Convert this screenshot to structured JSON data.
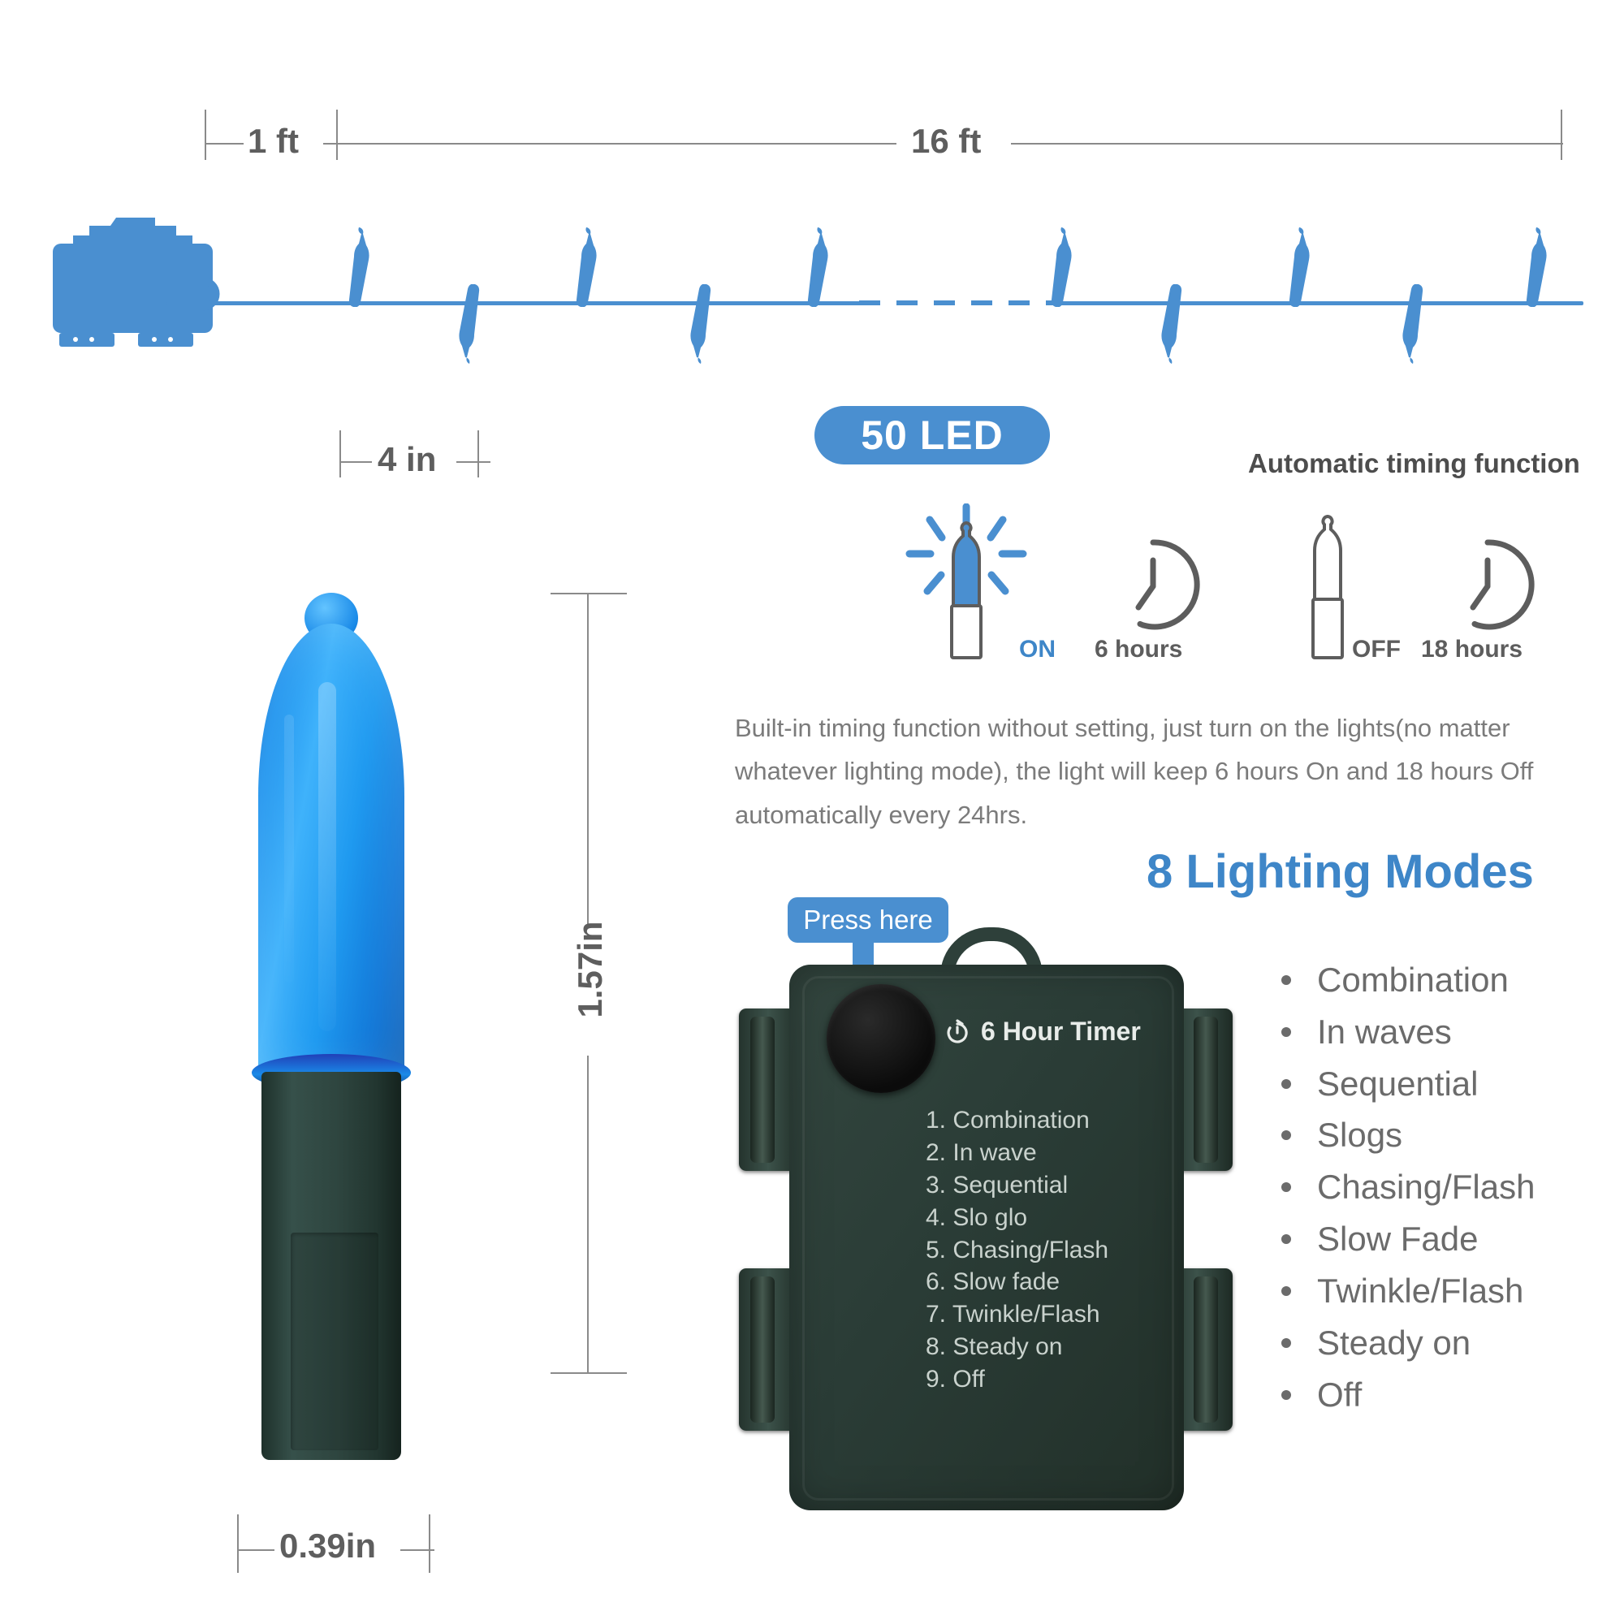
{
  "dimensions": {
    "lead_length": "1 ft",
    "string_length": "16 ft",
    "bulb_spacing": "4 in",
    "bulb_height": "1.57in",
    "bulb_width": "0.39in"
  },
  "led_badge": "50 LED",
  "timing": {
    "heading": "Automatic timing function",
    "on_label": "ON",
    "on_duration": "6 hours",
    "off_label": "OFF",
    "off_duration": "18 hours",
    "description": "Built-in timing function without setting, just turn on the lights(no matter whatever lighting mode), the light will keep 6 hours On and 18 hours Off automatically every 24hrs."
  },
  "modes_section": {
    "heading": "8 Lighting Modes",
    "items": [
      "Combination",
      "In waves",
      "Sequential",
      "Slogs",
      "Chasing/Flash",
      "Slow Fade",
      "Twinkle/Flash",
      "Steady on",
      "Off"
    ]
  },
  "battery_box": {
    "press_here": "Press here",
    "timer_label": "6 Hour Timer",
    "modes": [
      "1. Combination",
      "2. In wave",
      "3. Sequential",
      "4. Slo glo",
      "5. Chasing/Flash",
      "6. Slow fade",
      "7. Twinkle/Flash",
      "8. Steady on",
      "9. Off"
    ]
  },
  "colors": {
    "accent_blue": "#4a8fd0",
    "heading_blue": "#3e86c8",
    "text_gray": "#6b6b6b",
    "box_green": "#2d443e"
  }
}
